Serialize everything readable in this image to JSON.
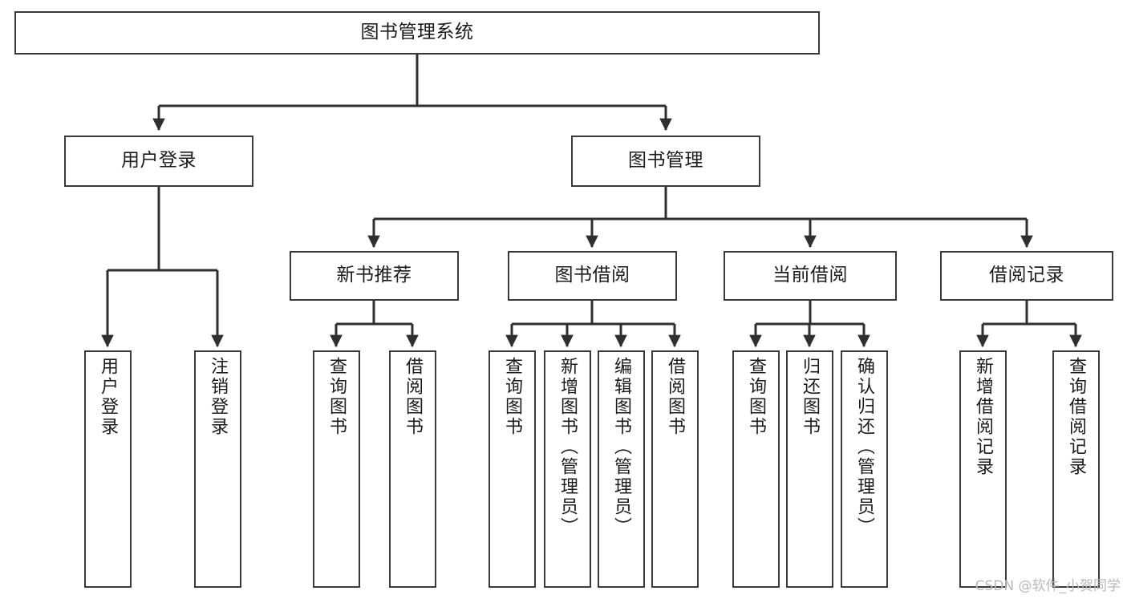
{
  "diagram": {
    "title": "图书管理系统",
    "type": "tree-hierarchy-chart",
    "orientation": "top-down",
    "colors": {
      "box_border": "#3a3a3a",
      "box_fill": "#ffffff",
      "edge": "#2f2f2f",
      "text": "#1b1b1b",
      "watermark": "#b9b9b9"
    }
  },
  "nodes": {
    "root": {
      "label": "图书管理系统",
      "level": 1
    },
    "level2": [
      {
        "id": "user-login",
        "label": "用户登录"
      },
      {
        "id": "book-management",
        "label": "图书管理"
      }
    ],
    "level3": [
      {
        "id": "new-book-recommend",
        "label": "新书推荐",
        "parent": "book-management"
      },
      {
        "id": "book-borrow",
        "label": "图书借阅",
        "parent": "book-management"
      },
      {
        "id": "current-borrow",
        "label": "当前借阅",
        "parent": "book-management"
      },
      {
        "id": "borrow-record",
        "label": "借阅记录",
        "parent": "book-management"
      }
    ],
    "leaves": {
      "user-login": [
        {
          "id": "leaf-user-login",
          "label": "用户登录"
        },
        {
          "id": "leaf-user-logout",
          "label": "注销登录"
        }
      ],
      "new-book-recommend": [
        {
          "id": "leaf-query-book-1",
          "label": "查询图书"
        },
        {
          "id": "leaf-borrow-book-1",
          "label": "借阅图书"
        }
      ],
      "book-borrow": [
        {
          "id": "leaf-query-book-2",
          "label": "查询图书"
        },
        {
          "id": "leaf-add-book",
          "label": "新增图书（管理员）"
        },
        {
          "id": "leaf-edit-book",
          "label": "编辑图书（管理员）"
        },
        {
          "id": "leaf-borrow-book-2",
          "label": "借阅图书"
        }
      ],
      "current-borrow": [
        {
          "id": "leaf-query-book-3",
          "label": "查询图书"
        },
        {
          "id": "leaf-return-book",
          "label": "归还图书"
        },
        {
          "id": "leaf-confirm-return",
          "label": "确认归还（管理员）"
        }
      ],
      "borrow-record": [
        {
          "id": "leaf-add-record",
          "label": "新增借阅记录"
        },
        {
          "id": "leaf-query-record",
          "label": "查询借阅记录"
        }
      ]
    }
  },
  "watermark": {
    "text": "CSDN @软件_小贺同学"
  }
}
